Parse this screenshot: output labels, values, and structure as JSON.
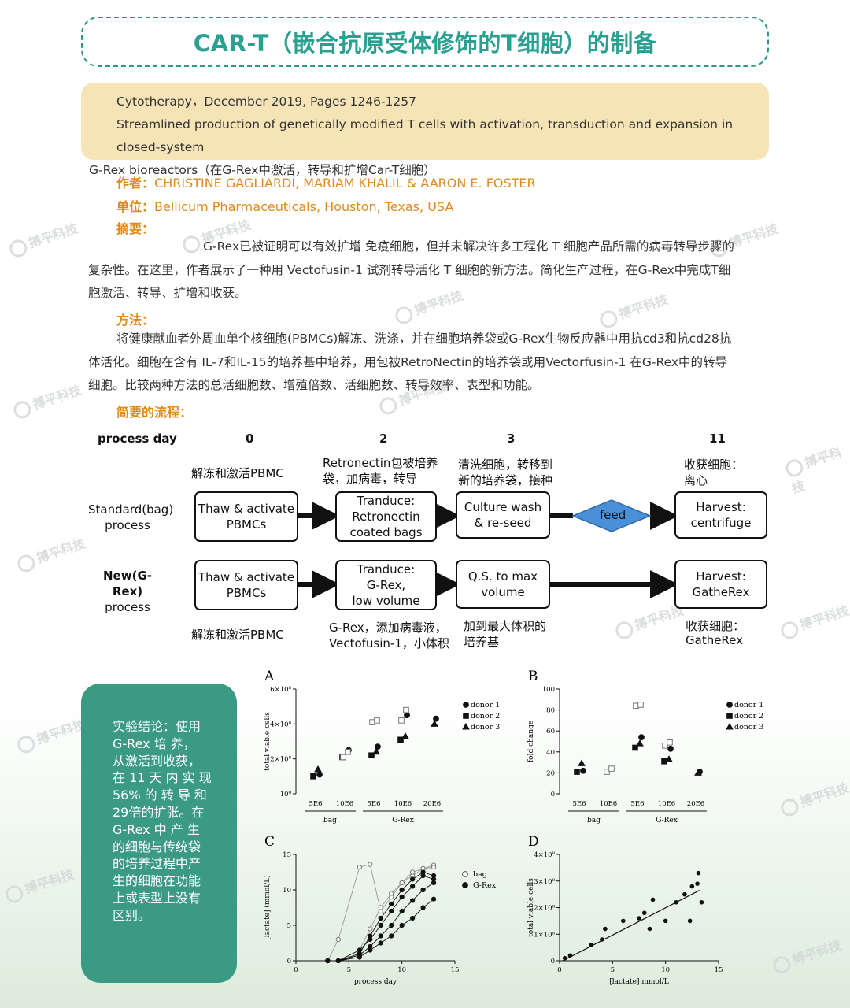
{
  "watermark_text": "搏平科技",
  "title": "CAR-T（嵌合抗原受体修饰的T细胞）的制备",
  "reference": {
    "journal": "Cytotherapy，December 2019, Pages 1246-1257",
    "article_title_en": "Streamlined production of genetically modified T cells with activation,  transduction and expansion in closed-system",
    "article_title_cont": "G-Rex bioreactors（在G-Rex中激活，转导和扩增Car-T细胞）"
  },
  "authors": {
    "label": "作者：",
    "value": "CHRISTINE GAGLIARDI, MARIAM KHALIL & AARON E. FOSTER"
  },
  "affiliation": {
    "label": "单位：",
    "value": "Bellicum Pharmaceuticals, Houston, Texas, USA"
  },
  "abstract": {
    "label": "摘要：",
    "line1": "G-Rex已被证明可以有效扩增 免疫细胞，但并未解决许多工程化 T 细胞产品所需的病毒转导步骤的",
    "line2": "复杂性。在这里，作者展示了一种用 Vectofusin-1 试剂转导活化 T 细胞的新方法。简化生产过程，在G-Rex中完成T细",
    "line3": "胞激活、转导、扩增和收获。"
  },
  "methods": {
    "label": "方法：",
    "line1": "将健康献血者外周血单个核细胞(PBMCs)解冻、洗涤，并在细胞培养袋或G-Rex生物反应器中用抗cd3和抗cd28抗",
    "line2": "体活化。细胞在含有 IL-7和IL-15的培养基中培养，用包被RetroNectin的培养袋或用Vectorfusin-1 在G-Rex中的转导",
    "line3": "细胞。比较两种方法的总活细胞数、增殖倍数、活细胞数、转导效率、表型和功能。"
  },
  "flow": {
    "label": "简要的流程：",
    "process_day": "process day",
    "days": [
      "0",
      "2",
      "3",
      "11"
    ],
    "row1_label_a": "Standard(bag)",
    "row1_label_b": "process",
    "row2_label_a": "New(G-Rex)",
    "row2_label_b": "process",
    "top_notes": {
      "n0": "解冻和激活PBMC",
      "n2a": "Retronectin包被培养",
      "n2b": "袋，加病毒，转导",
      "n3a": "清洗细胞，转移到",
      "n3b": "新的培养袋，接种",
      "n11a": "收获细胞：",
      "n11b": "离心"
    },
    "row1": {
      "b0a": "Thaw & activate",
      "b0b": "PBMCs",
      "b2a": "Tranduce:",
      "b2b": "Retronectin",
      "b2c": "coated bags",
      "b3a": "Culture wash",
      "b3b": "& re-seed",
      "feed": "feed",
      "b11a": "Harvest:",
      "b11b": "centrifuge"
    },
    "row2": {
      "b0a": "Thaw & activate",
      "b0b": "PBMCs",
      "b2a": "Tranduce:",
      "b2b": "G-Rex,",
      "b2c": "low volume",
      "b3a": "Q.S. to max",
      "b3b": "volume",
      "b11a": "Harvest:",
      "b11b": "GatheRex"
    },
    "bottom_notes": {
      "n0": "解冻和激活PBMC",
      "n2a": "G-Rex，添加病毒液，",
      "n2b": "Vectofusin-1，小体积",
      "n3a": "加到最大体积的",
      "n3b": "培养基",
      "n11a": "收获细胞：",
      "n11b": "GatheRex"
    }
  },
  "conclusion": "实验结论：使用\nG-Rex 培 养，\n从激活到收获，\n在 11 天 内 实 现\n56% 的 转 导 和\n29倍的扩张。在\nG-Rex 中 产 生\n的细胞与传统袋\n的培养过程中产\n生的细胞在功能\n上或表型上没有\n区别。",
  "chart_data": [
    {
      "panel": "A",
      "type": "scatter",
      "ylabel": "total viable cells",
      "yticks": [
        "10⁰",
        "2×10⁸",
        "4×10⁸",
        "6×10⁸"
      ],
      "ylim": [
        0,
        600000000
      ],
      "categories": [
        "5E6",
        "10E6",
        "5E6",
        "10E6",
        "20E6"
      ],
      "groups": [
        {
          "name": "bag",
          "span": [
            0,
            1
          ]
        },
        {
          "name": "G-Rex",
          "span": [
            2,
            4
          ]
        }
      ],
      "legend": [
        "donor 1",
        "donor 2",
        "donor 3"
      ],
      "series": [
        {
          "name": "donor 1",
          "marker": "circle",
          "values": [
            [
              0,
              110000000
            ],
            [
              1,
              250000000
            ],
            [
              2,
              270000000
            ],
            [
              3,
              450000000
            ],
            [
              4,
              430000000
            ]
          ]
        },
        {
          "name": "donor 2",
          "marker": "square",
          "values": [
            [
              0,
              100000000
            ],
            [
              1,
              210000000
            ],
            [
              2,
              220000000
            ],
            [
              3,
              310000000
            ],
            [
              4,
              null
            ]
          ]
        },
        {
          "name": "donor 3",
          "marker": "triangle",
          "values": [
            [
              0,
              140000000
            ],
            [
              1,
              null
            ],
            [
              2,
              240000000
            ],
            [
              3,
              330000000
            ],
            [
              4,
              400000000
            ]
          ]
        }
      ],
      "open_markers": [
        [
          1,
          210000000
        ],
        [
          1,
          240000000
        ],
        [
          2,
          410000000
        ],
        [
          2,
          420000000
        ],
        [
          3,
          420000000
        ],
        [
          3,
          480000000
        ]
      ]
    },
    {
      "panel": "B",
      "type": "scatter",
      "ylabel": "fold change",
      "yticks": [
        "0",
        "20",
        "40",
        "60",
        "80",
        "100"
      ],
      "ylim": [
        0,
        100
      ],
      "categories": [
        "5E6",
        "10E6",
        "5E6",
        "10E6",
        "20E6"
      ],
      "groups": [
        {
          "name": "bag",
          "span": [
            0,
            1
          ]
        },
        {
          "name": "G-Rex",
          "span": [
            2,
            4
          ]
        }
      ],
      "legend": [
        "donor 1",
        "donor 2",
        "donor 3"
      ],
      "series": [
        {
          "name": "donor 1",
          "marker": "circle",
          "values": [
            [
              0,
              22
            ],
            [
              2,
              54
            ],
            [
              3,
              43
            ],
            [
              4,
              21
            ]
          ]
        },
        {
          "name": "donor 2",
          "marker": "square",
          "values": [
            [
              0,
              21
            ],
            [
              2,
              44
            ],
            [
              3,
              31
            ]
          ]
        },
        {
          "name": "donor 3",
          "marker": "triangle",
          "values": [
            [
              0,
              29
            ],
            [
              2,
              48
            ],
            [
              3,
              33
            ],
            [
              4,
              20
            ]
          ]
        }
      ],
      "open_markers": [
        [
          1,
          21
        ],
        [
          1,
          24
        ],
        [
          2,
          84
        ],
        [
          2,
          85
        ],
        [
          3,
          46
        ],
        [
          3,
          49
        ]
      ]
    },
    {
      "panel": "C",
      "type": "line",
      "xlabel": "process day",
      "ylabel": "[lactate] (mmol/L)",
      "xlim": [
        0,
        15
      ],
      "ylim": [
        0,
        15
      ],
      "xticks": [
        "0",
        "5",
        "10",
        "15"
      ],
      "yticks": [
        "0",
        "5",
        "10",
        "15"
      ],
      "legend": [
        "bag",
        "G-Rex"
      ],
      "series": [
        {
          "name": "bag",
          "open": true,
          "x": [
            3,
            4,
            6,
            7,
            8,
            9,
            10,
            11,
            12,
            13
          ],
          "y": [
            0,
            3,
            13.2,
            13.6,
            7,
            9,
            11,
            12,
            13,
            13.5
          ]
        },
        {
          "name": "bag",
          "open": true,
          "x": [
            3,
            4,
            6,
            7,
            8,
            9,
            10,
            11,
            12,
            13
          ],
          "y": [
            0,
            0,
            1.5,
            4.5,
            7.5,
            9.5,
            11,
            12.5,
            13,
            13.2
          ]
        },
        {
          "name": "G-Rex",
          "open": false,
          "x": [
            3,
            4,
            6,
            7,
            8,
            9,
            10,
            11,
            12,
            13
          ],
          "y": [
            0,
            0,
            1,
            3.5,
            6,
            8,
            10,
            11.5,
            12.5,
            12
          ]
        },
        {
          "name": "G-Rex",
          "open": false,
          "x": [
            3,
            4,
            6,
            7,
            8,
            9,
            10,
            11,
            12,
            13
          ],
          "y": [
            0,
            0,
            1.5,
            3,
            5,
            7,
            9,
            10.5,
            12,
            11.5
          ]
        },
        {
          "name": "G-Rex",
          "open": false,
          "x": [
            3,
            4,
            6,
            7,
            8,
            9,
            10,
            11,
            12,
            13
          ],
          "y": [
            0,
            0,
            0.8,
            2,
            3.5,
            5,
            7,
            8.5,
            10,
            11
          ]
        },
        {
          "name": "G-Rex",
          "open": false,
          "x": [
            3,
            4,
            6,
            7,
            8,
            9,
            10,
            11,
            12,
            13
          ],
          "y": [
            0,
            0,
            0.5,
            1.5,
            2.5,
            3.5,
            5,
            6,
            7.5,
            8.7
          ]
        }
      ]
    },
    {
      "panel": "D",
      "type": "scatter",
      "xlabel": "[lactate] mmol/L",
      "ylabel": "total viable cells",
      "xlim": [
        0,
        15
      ],
      "ylim": [
        0,
        400000000
      ],
      "xticks": [
        "0",
        "5",
        "10",
        "15"
      ],
      "yticks": [
        "0",
        "1×10⁸",
        "2×10⁸",
        "3×10⁸",
        "4×10⁸"
      ],
      "points": [
        [
          0.5,
          10000000
        ],
        [
          1,
          20000000
        ],
        [
          3,
          60000000
        ],
        [
          4,
          80000000
        ],
        [
          4.3,
          120000000
        ],
        [
          6,
          150000000
        ],
        [
          7.5,
          160000000
        ],
        [
          8,
          180000000
        ],
        [
          8.5,
          120000000
        ],
        [
          8.8,
          230000000
        ],
        [
          10,
          150000000
        ],
        [
          11,
          220000000
        ],
        [
          11.8,
          250000000
        ],
        [
          12.3,
          150000000
        ],
        [
          12.5,
          280000000
        ],
        [
          13,
          290000000
        ],
        [
          13.1,
          330000000
        ],
        [
          13.4,
          220000000
        ]
      ],
      "fit_line": [
        [
          0.3,
          0
        ],
        [
          13.2,
          265000000
        ]
      ]
    }
  ]
}
